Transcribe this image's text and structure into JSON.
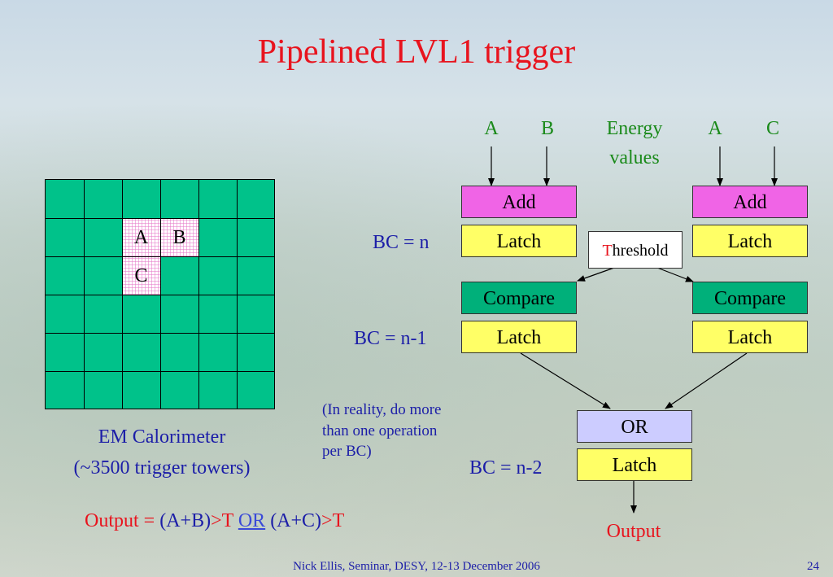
{
  "title": "Pipelined LVL1 trigger",
  "calorimeter": {
    "cells": {
      "a": "A",
      "b": "B",
      "c": "C"
    },
    "caption_line1": "EM Calorimeter",
    "caption_line2": "(~3500 trigger towers)"
  },
  "inputs": {
    "left_a": "A",
    "left_b": "B",
    "energy_line1": "Energy",
    "energy_line2": "values",
    "right_a": "A",
    "right_c": "C"
  },
  "blocks": {
    "add": "Add",
    "latch": "Latch",
    "compare": "Compare",
    "or": "OR",
    "threshold_first": "T",
    "threshold_rest": "hreshold"
  },
  "stages": {
    "bc_n": "BC = n",
    "bc_n1": "BC = n-1",
    "bc_n2": "BC = n-2"
  },
  "note": {
    "line1": "(In reality, do more",
    "line2": "than one operation",
    "line3": "per BC)"
  },
  "output_label": "Output",
  "formula": {
    "output": "Output",
    "eq": " = ",
    "ab": "(A+B)",
    "gt1": ">T",
    "or": "OR",
    "ac": "(A+C)",
    "gt2": ">T"
  },
  "footer": {
    "text": "Nick Ellis, Seminar, DESY, 12-13 December 2006",
    "page": "24"
  },
  "colors": {
    "title": "#e8141e",
    "text_blue": "#1c1ea8",
    "text_green": "#1a8a1a",
    "add": "#f064e6",
    "latch": "#ffff66",
    "compare": "#00b07a",
    "or": "#ccccff",
    "grid": "#00c28a"
  }
}
